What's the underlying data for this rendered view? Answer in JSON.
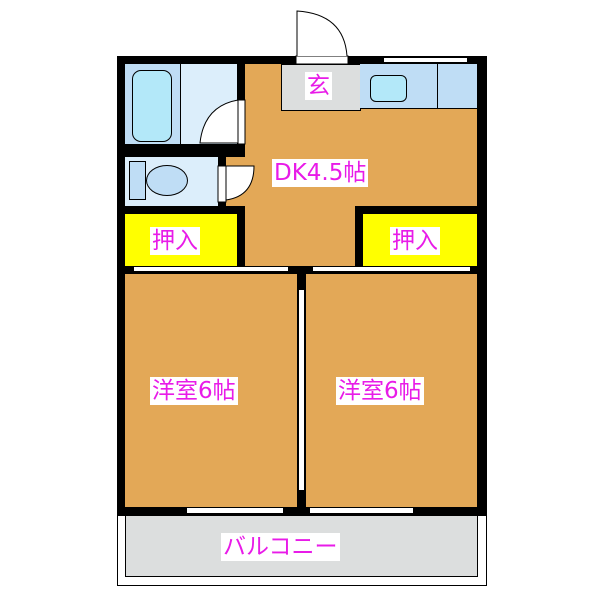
{
  "floorplan": {
    "rooms": {
      "genkan": {
        "label": "玄"
      },
      "dk": {
        "label": "DK4.5帖"
      },
      "closet_left": {
        "label": "押入"
      },
      "closet_right": {
        "label": "押入"
      },
      "western_left": {
        "label": "洋室6帖"
      },
      "western_right": {
        "label": "洋室6帖"
      },
      "balcony": {
        "label": "バルコニー"
      }
    },
    "colors": {
      "floor": "#E3A857",
      "closet": "#FFFF00",
      "wet_area": "#DCEEFB",
      "fixture": "#B3E8F9",
      "genkan": "#DCDEDE",
      "balcony": "#DCDEDE",
      "label_text": "#E81BE8",
      "wall": "#000000"
    }
  }
}
